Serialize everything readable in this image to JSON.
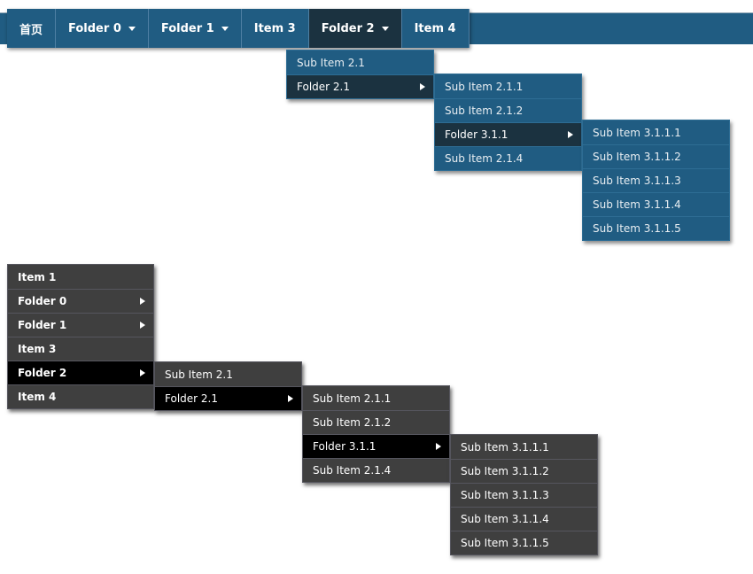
{
  "colors": {
    "navbar_bg": "#205C82",
    "navbar_active_bg": "#1B3240",
    "navbar_separator": "#4E7FA3",
    "navbar_top_border": "#93A9B7",
    "teal_menu_separator": "#2E6D94",
    "context_menu_bg": "#3F3F3F",
    "context_menu_separator": "#56565E",
    "context_menu_active_bg": "#000000",
    "text": "#FFFFFF"
  },
  "menubar": {
    "items": [
      {
        "label": "首页",
        "type": "item"
      },
      {
        "label": "Folder 0",
        "type": "folder"
      },
      {
        "label": "Folder 1",
        "type": "folder"
      },
      {
        "label": "Item 3",
        "type": "item"
      },
      {
        "label": "Folder 2",
        "type": "folder",
        "active": true
      },
      {
        "label": "Item 4",
        "type": "item"
      }
    ]
  },
  "dropdown_menus": [
    {
      "items": [
        {
          "label": "Sub Item 2.1"
        },
        {
          "label": "Folder 2.1",
          "folder": true,
          "open": true
        }
      ]
    },
    {
      "items": [
        {
          "label": "Sub Item 2.1.1"
        },
        {
          "label": "Sub Item 2.1.2"
        },
        {
          "label": "Folder 3.1.1",
          "folder": true,
          "open": true
        },
        {
          "label": "Sub Item 2.1.4"
        }
      ]
    },
    {
      "items": [
        {
          "label": "Sub Item 3.1.1.1"
        },
        {
          "label": "Sub Item 3.1.1.2"
        },
        {
          "label": "Sub Item 3.1.1.3"
        },
        {
          "label": "Sub Item 3.1.1.4"
        },
        {
          "label": "Sub Item 3.1.1.5"
        }
      ]
    }
  ],
  "context_menus": [
    {
      "items": [
        {
          "label": "Item 1"
        },
        {
          "label": "Folder 0",
          "folder": true
        },
        {
          "label": "Folder 1",
          "folder": true
        },
        {
          "label": "Item 3"
        },
        {
          "label": "Folder 2",
          "folder": true,
          "open": true
        },
        {
          "label": "Item 4"
        }
      ]
    },
    {
      "items": [
        {
          "label": "Sub Item 2.1"
        },
        {
          "label": "Folder 2.1",
          "folder": true,
          "open": true
        }
      ]
    },
    {
      "items": [
        {
          "label": "Sub Item 2.1.1"
        },
        {
          "label": "Sub Item 2.1.2"
        },
        {
          "label": "Folder 3.1.1",
          "folder": true,
          "open": true
        },
        {
          "label": "Sub Item 2.1.4"
        }
      ]
    },
    {
      "items": [
        {
          "label": "Sub Item 3.1.1.1"
        },
        {
          "label": "Sub Item 3.1.1.2"
        },
        {
          "label": "Sub Item 3.1.1.3"
        },
        {
          "label": "Sub Item 3.1.1.4"
        },
        {
          "label": "Sub Item 3.1.1.5"
        }
      ]
    }
  ]
}
